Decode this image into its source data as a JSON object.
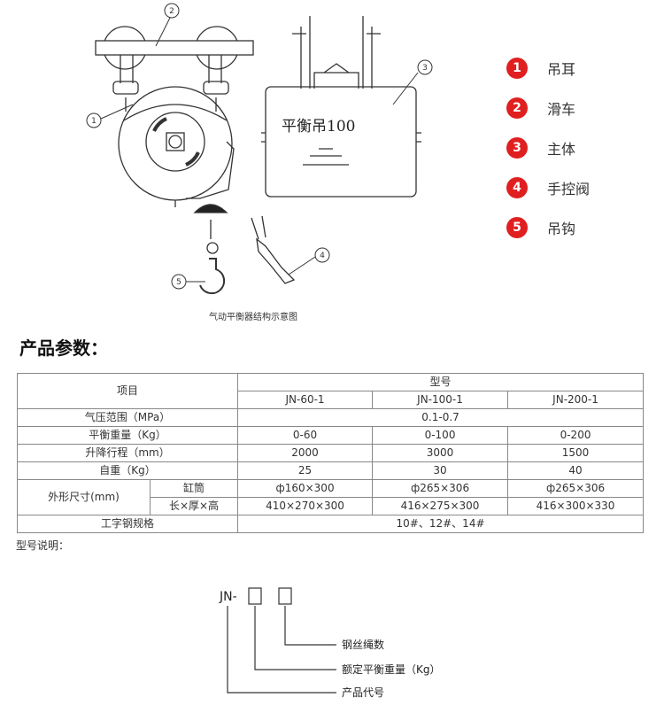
{
  "diagram": {
    "callouts": [
      "1",
      "2",
      "3",
      "4",
      "5"
    ],
    "body_text": "平衡吊100",
    "caption": "气动平衡器结构示意图"
  },
  "legend": [
    {
      "num": "1",
      "label": "吊耳"
    },
    {
      "num": "2",
      "label": "滑车"
    },
    {
      "num": "3",
      "label": "主体"
    },
    {
      "num": "4",
      "label": "手控阀"
    },
    {
      "num": "5",
      "label": "吊钩"
    }
  ],
  "colors": {
    "accent": "#e02020"
  },
  "section_title": "产品参数：",
  "table": {
    "item_header": "项目",
    "model_header": "型号",
    "models": [
      "JN-60-1",
      "JN-100-1",
      "JN-200-1"
    ],
    "rows": {
      "pressure": {
        "label": "气压范围（MPa）",
        "value": "0.1-0.7"
      },
      "weight": {
        "label": "平衡重量（Kg）",
        "values": [
          "0-60",
          "0-100",
          "0-200"
        ]
      },
      "stroke": {
        "label": "升降行程（mm）",
        "values": [
          "2000",
          "3000",
          "1500"
        ]
      },
      "self_weight": {
        "label": "自重（Kg）",
        "values": [
          "25",
          "30",
          "40"
        ]
      },
      "dimensions": {
        "label": "外形尺寸(mm)",
        "cylinder": {
          "label": "缸筒",
          "values": [
            "ф160×300",
            "ф265×306",
            "ф265×306"
          ]
        },
        "size": {
          "label": "长×厚×高",
          "values": [
            "410×270×300",
            "416×275×300",
            "416×300×330"
          ]
        }
      },
      "beam": {
        "label": "工字钢规格",
        "value": "10#、12#、14#"
      }
    }
  },
  "model_note": {
    "title": "型号说明：",
    "prefix": "JN-",
    "labels": [
      "钢丝绳数",
      "额定平衡重量（Kg）",
      "产品代号"
    ]
  }
}
